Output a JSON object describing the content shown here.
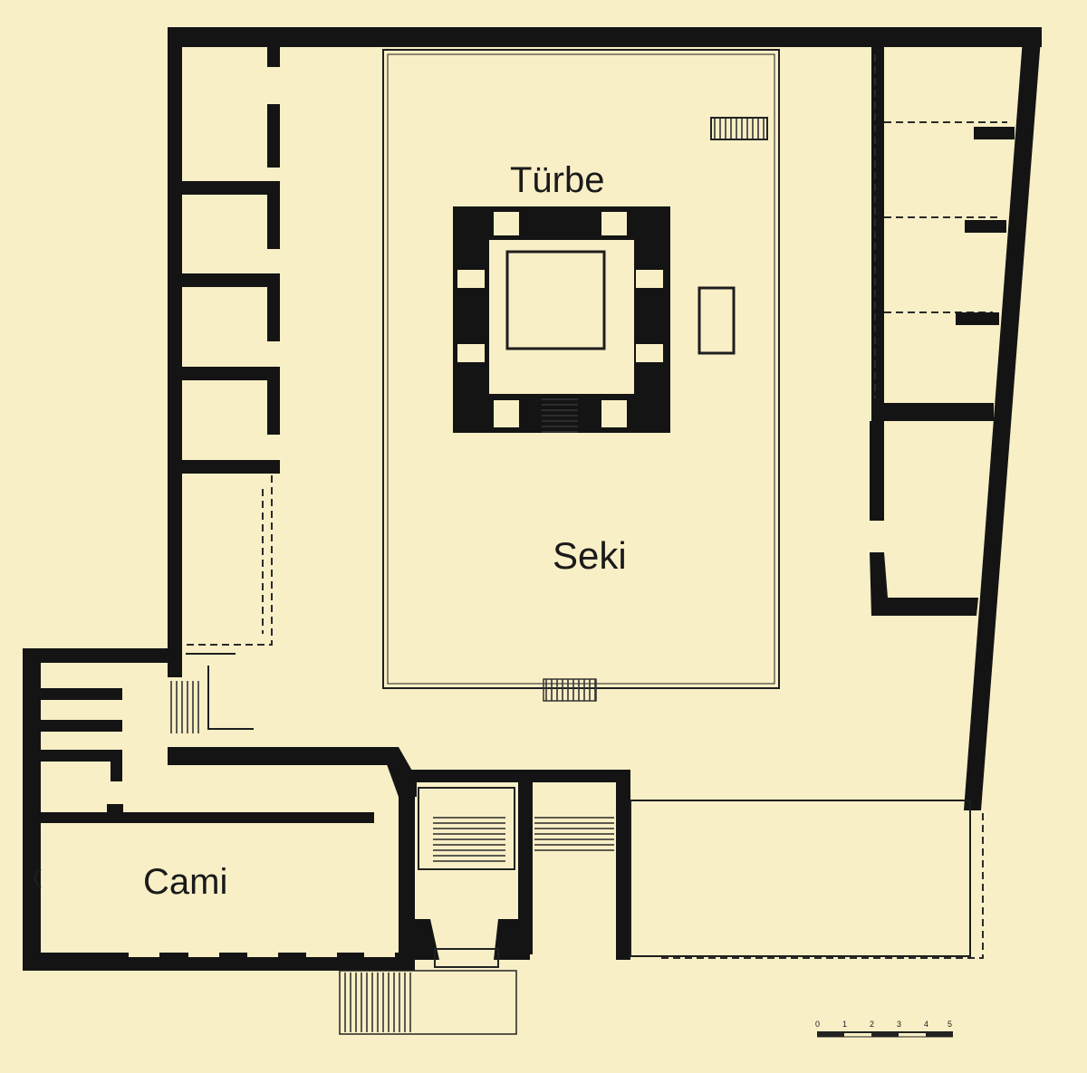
{
  "colors": {
    "paper": "#f9efc6",
    "ink": "#141414"
  },
  "labels": {
    "turbe": "Türbe",
    "seki": "Seki",
    "cami": "Cami"
  },
  "scale_bar": {
    "ticks": [
      "0",
      "1",
      "2",
      "3",
      "4",
      "5"
    ]
  }
}
